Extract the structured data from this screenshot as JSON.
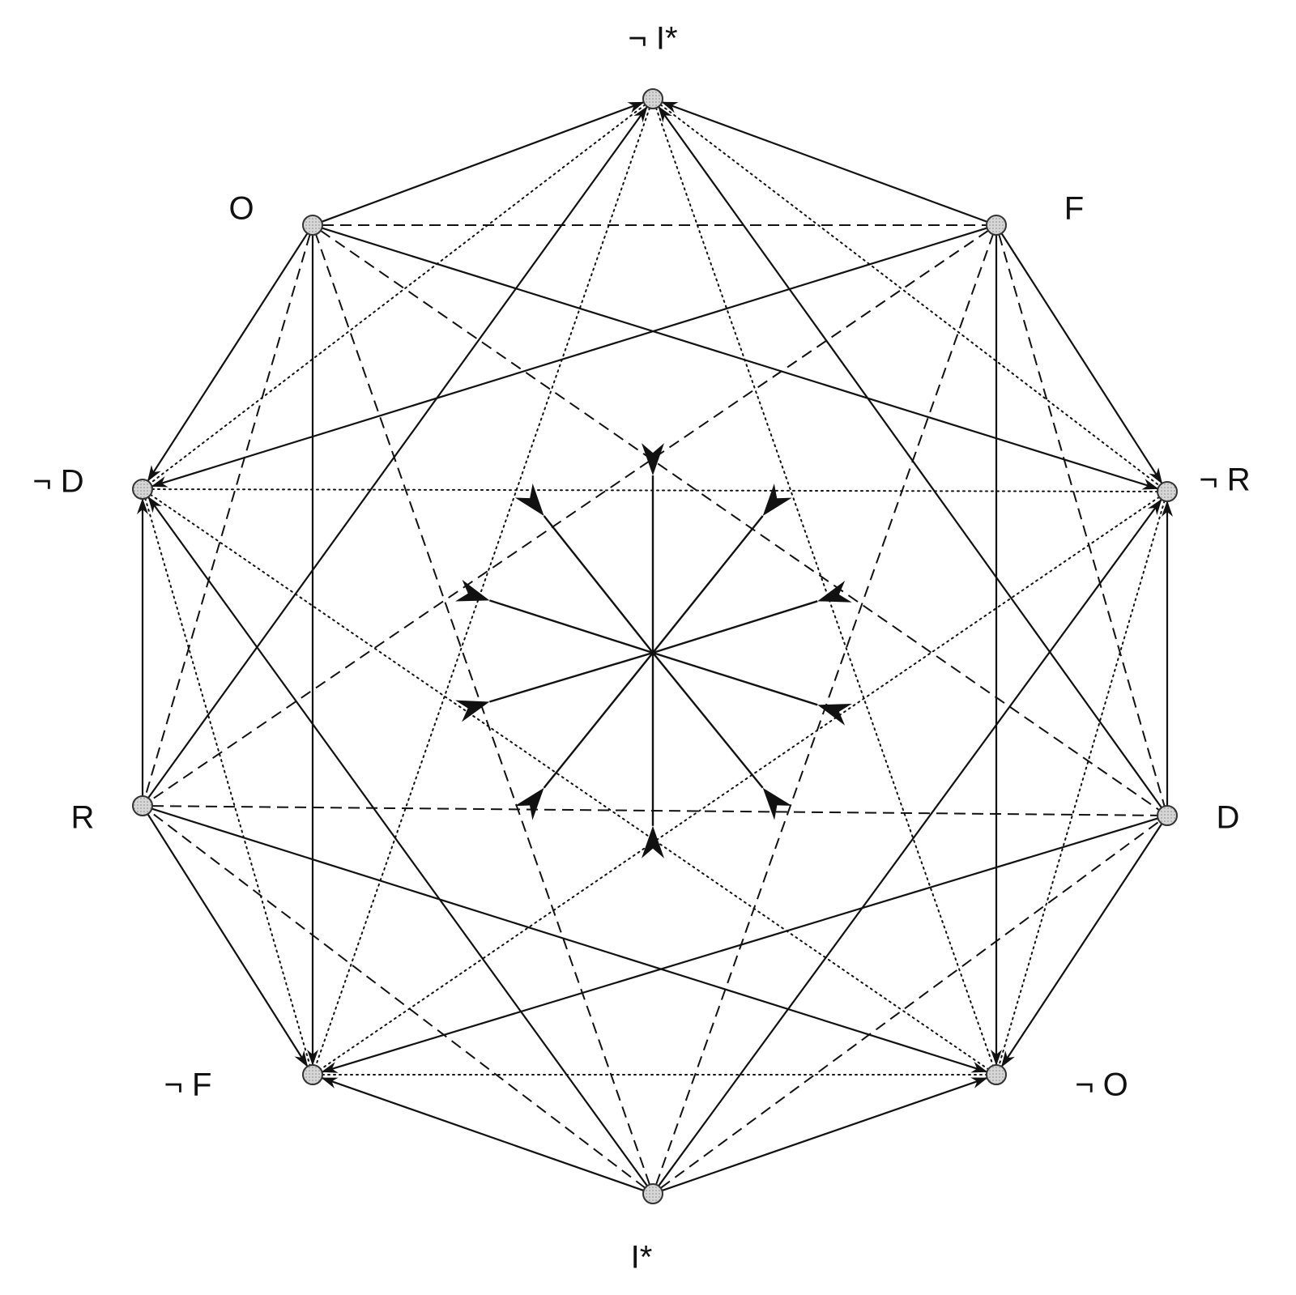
{
  "diagram": {
    "type": "logical-square-decagon",
    "nodes": [
      {
        "id": "notIstar",
        "label": "¬ I*"
      },
      {
        "id": "F",
        "label": "F"
      },
      {
        "id": "notR",
        "label": "¬ R"
      },
      {
        "id": "D",
        "label": "D"
      },
      {
        "id": "notO",
        "label": "¬ O"
      },
      {
        "id": "Istar",
        "label": "I*"
      },
      {
        "id": "notF",
        "label": "¬ F"
      },
      {
        "id": "R",
        "label": "R"
      },
      {
        "id": "notD",
        "label": "¬ D"
      },
      {
        "id": "O",
        "label": "O"
      }
    ],
    "edge_styles": {
      "implication": "solid-arrow",
      "contrary": "dashed",
      "subcontrary": "dotted",
      "contradictory": "solid-center-arrows"
    },
    "edges": [
      {
        "from": "O",
        "to": "notIstar",
        "type": "implication"
      },
      {
        "from": "O",
        "to": "notD",
        "type": "implication"
      },
      {
        "from": "O",
        "to": "notR",
        "type": "implication"
      },
      {
        "from": "O",
        "to": "notF",
        "type": "implication"
      },
      {
        "from": "F",
        "to": "notIstar",
        "type": "implication"
      },
      {
        "from": "F",
        "to": "notR",
        "type": "implication"
      },
      {
        "from": "F",
        "to": "notD",
        "type": "implication"
      },
      {
        "from": "F",
        "to": "notO",
        "type": "implication"
      },
      {
        "from": "R",
        "to": "notIstar",
        "type": "implication"
      },
      {
        "from": "R",
        "to": "notD",
        "type": "implication"
      },
      {
        "from": "R",
        "to": "notF",
        "type": "implication"
      },
      {
        "from": "R",
        "to": "notO",
        "type": "implication"
      },
      {
        "from": "D",
        "to": "notIstar",
        "type": "implication"
      },
      {
        "from": "D",
        "to": "notR",
        "type": "implication"
      },
      {
        "from": "D",
        "to": "notO",
        "type": "implication"
      },
      {
        "from": "D",
        "to": "notF",
        "type": "implication"
      },
      {
        "from": "Istar",
        "to": "notD",
        "type": "implication"
      },
      {
        "from": "Istar",
        "to": "notR",
        "type": "implication"
      },
      {
        "from": "Istar",
        "to": "notF",
        "type": "implication"
      },
      {
        "from": "Istar",
        "to": "notO",
        "type": "implication"
      },
      {
        "from": "O",
        "to": "F",
        "type": "contrary"
      },
      {
        "from": "R",
        "to": "D",
        "type": "contrary"
      },
      {
        "from": "O",
        "to": "R",
        "type": "contrary"
      },
      {
        "from": "F",
        "to": "D",
        "type": "contrary"
      },
      {
        "from": "O",
        "to": "D",
        "type": "contrary"
      },
      {
        "from": "F",
        "to": "R",
        "type": "contrary"
      },
      {
        "from": "Istar",
        "to": "O",
        "type": "contrary"
      },
      {
        "from": "Istar",
        "to": "F",
        "type": "contrary"
      },
      {
        "from": "Istar",
        "to": "R",
        "type": "contrary"
      },
      {
        "from": "Istar",
        "to": "D",
        "type": "contrary"
      },
      {
        "from": "notD",
        "to": "notR",
        "type": "subcontrary"
      },
      {
        "from": "notF",
        "to": "notO",
        "type": "subcontrary"
      },
      {
        "from": "notD",
        "to": "notO",
        "type": "subcontrary"
      },
      {
        "from": "notR",
        "to": "notF",
        "type": "subcontrary"
      },
      {
        "from": "notD",
        "to": "notF",
        "type": "subcontrary"
      },
      {
        "from": "notR",
        "to": "notO",
        "type": "subcontrary"
      },
      {
        "from": "notIstar",
        "to": "notD",
        "type": "subcontrary"
      },
      {
        "from": "notIstar",
        "to": "notR",
        "type": "subcontrary"
      },
      {
        "from": "notIstar",
        "to": "notF",
        "type": "subcontrary"
      },
      {
        "from": "notIstar",
        "to": "notO",
        "type": "subcontrary"
      },
      {
        "from": "Istar",
        "to": "notIstar",
        "type": "contradictory"
      },
      {
        "from": "O",
        "to": "notO",
        "type": "contradictory"
      },
      {
        "from": "F",
        "to": "notF",
        "type": "contradictory"
      },
      {
        "from": "R",
        "to": "notR",
        "type": "contradictory"
      },
      {
        "from": "D",
        "to": "notD",
        "type": "contradictory"
      }
    ]
  },
  "colors": {
    "line": "#111111",
    "node_fill": "#d4d4d4",
    "node_stroke": "#333333"
  }
}
